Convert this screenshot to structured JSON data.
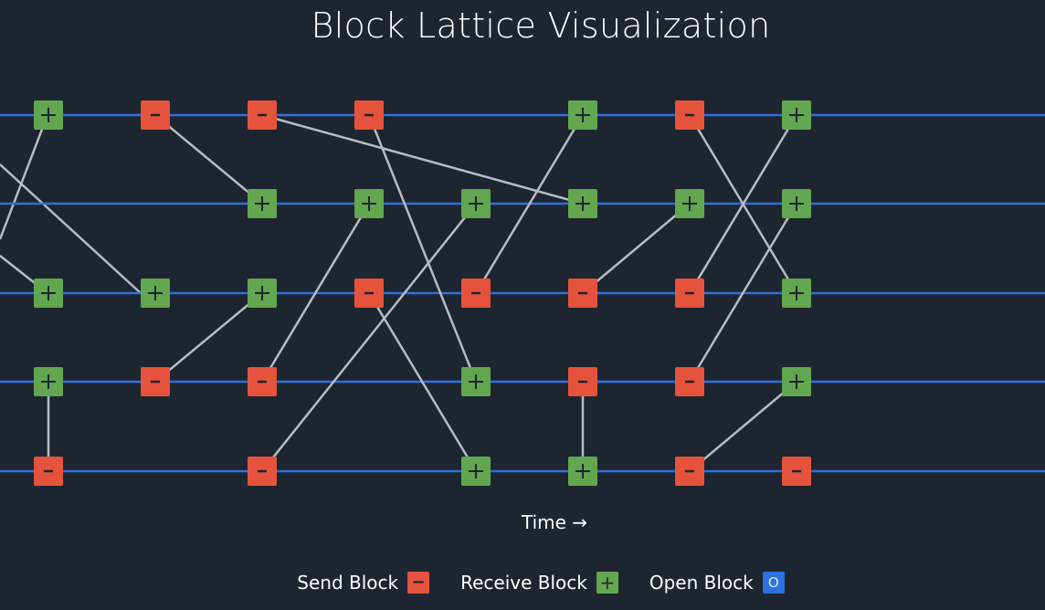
{
  "title": "Block Lattice Visualization",
  "time_label": "Time →",
  "legend": [
    {
      "label": "Send Block",
      "type": "send",
      "glyph": "−"
    },
    {
      "label": "Receive Block",
      "type": "receive",
      "glyph": "+"
    },
    {
      "label": "Open Block",
      "type": "open",
      "glyph": "O"
    }
  ],
  "colors": {
    "background": "#1d2530",
    "chain_line": "#2f6fe0",
    "send": "#e5533c",
    "receive": "#63a650",
    "open": "#2a73e0",
    "link": "#b8bcc2"
  },
  "blocks": [
    {
      "id": "a0",
      "chain": 0,
      "step": 0,
      "type": "receive"
    },
    {
      "id": "a1",
      "chain": 0,
      "step": 1,
      "type": "send"
    },
    {
      "id": "a2",
      "chain": 0,
      "step": 2,
      "type": "send"
    },
    {
      "id": "a3",
      "chain": 0,
      "step": 3,
      "type": "send"
    },
    {
      "id": "a5",
      "chain": 0,
      "step": 5,
      "type": "receive"
    },
    {
      "id": "a6",
      "chain": 0,
      "step": 6,
      "type": "send"
    },
    {
      "id": "a7",
      "chain": 0,
      "step": 7,
      "type": "receive"
    },
    {
      "id": "b2",
      "chain": 1,
      "step": 2,
      "type": "receive"
    },
    {
      "id": "b3",
      "chain": 1,
      "step": 3,
      "type": "receive"
    },
    {
      "id": "b4",
      "chain": 1,
      "step": 4,
      "type": "receive"
    },
    {
      "id": "b5",
      "chain": 1,
      "step": 5,
      "type": "receive"
    },
    {
      "id": "b6",
      "chain": 1,
      "step": 6,
      "type": "receive"
    },
    {
      "id": "b7",
      "chain": 1,
      "step": 7,
      "type": "receive"
    },
    {
      "id": "c0",
      "chain": 2,
      "step": 0,
      "type": "receive"
    },
    {
      "id": "c1",
      "chain": 2,
      "step": 1,
      "type": "receive"
    },
    {
      "id": "c2",
      "chain": 2,
      "step": 2,
      "type": "receive"
    },
    {
      "id": "c3",
      "chain": 2,
      "step": 3,
      "type": "send"
    },
    {
      "id": "c4",
      "chain": 2,
      "step": 4,
      "type": "send"
    },
    {
      "id": "c5",
      "chain": 2,
      "step": 5,
      "type": "send"
    },
    {
      "id": "c6",
      "chain": 2,
      "step": 6,
      "type": "send"
    },
    {
      "id": "c7",
      "chain": 2,
      "step": 7,
      "type": "receive"
    },
    {
      "id": "d0",
      "chain": 3,
      "step": 0,
      "type": "receive"
    },
    {
      "id": "d1",
      "chain": 3,
      "step": 1,
      "type": "send"
    },
    {
      "id": "d2",
      "chain": 3,
      "step": 2,
      "type": "send"
    },
    {
      "id": "d4",
      "chain": 3,
      "step": 4,
      "type": "receive"
    },
    {
      "id": "d5",
      "chain": 3,
      "step": 5,
      "type": "send"
    },
    {
      "id": "d6",
      "chain": 3,
      "step": 6,
      "type": "send"
    },
    {
      "id": "d7",
      "chain": 3,
      "step": 7,
      "type": "receive"
    },
    {
      "id": "e0",
      "chain": 4,
      "step": 0,
      "type": "send"
    },
    {
      "id": "e2",
      "chain": 4,
      "step": 2,
      "type": "send"
    },
    {
      "id": "e4",
      "chain": 4,
      "step": 4,
      "type": "receive"
    },
    {
      "id": "e5",
      "chain": 4,
      "step": 5,
      "type": "receive"
    },
    {
      "id": "e6",
      "chain": 4,
      "step": 6,
      "type": "send"
    },
    {
      "id": "e7",
      "chain": 4,
      "step": 7,
      "type": "send"
    }
  ],
  "links": [
    {
      "from": "a1",
      "to": "b2"
    },
    {
      "from": "a2",
      "to": "b5"
    },
    {
      "from": "a3",
      "to": "d4"
    },
    {
      "from": "c4",
      "to": "a5"
    },
    {
      "from": "a6",
      "to": "c7"
    },
    {
      "from": "c6",
      "to": "a7"
    },
    {
      "from": "d1",
      "to": "c2"
    },
    {
      "from": "d2",
      "to": "b3"
    },
    {
      "from": "e2",
      "to": "b4"
    },
    {
      "from": "c3",
      "to": "e4"
    },
    {
      "from": "c5",
      "to": "b6"
    },
    {
      "from": "d6",
      "to": "b7"
    },
    {
      "from": "e6",
      "to": "d7"
    },
    {
      "from": "e0",
      "to": "d0"
    },
    {
      "from": "d5",
      "to": "e5"
    }
  ]
}
